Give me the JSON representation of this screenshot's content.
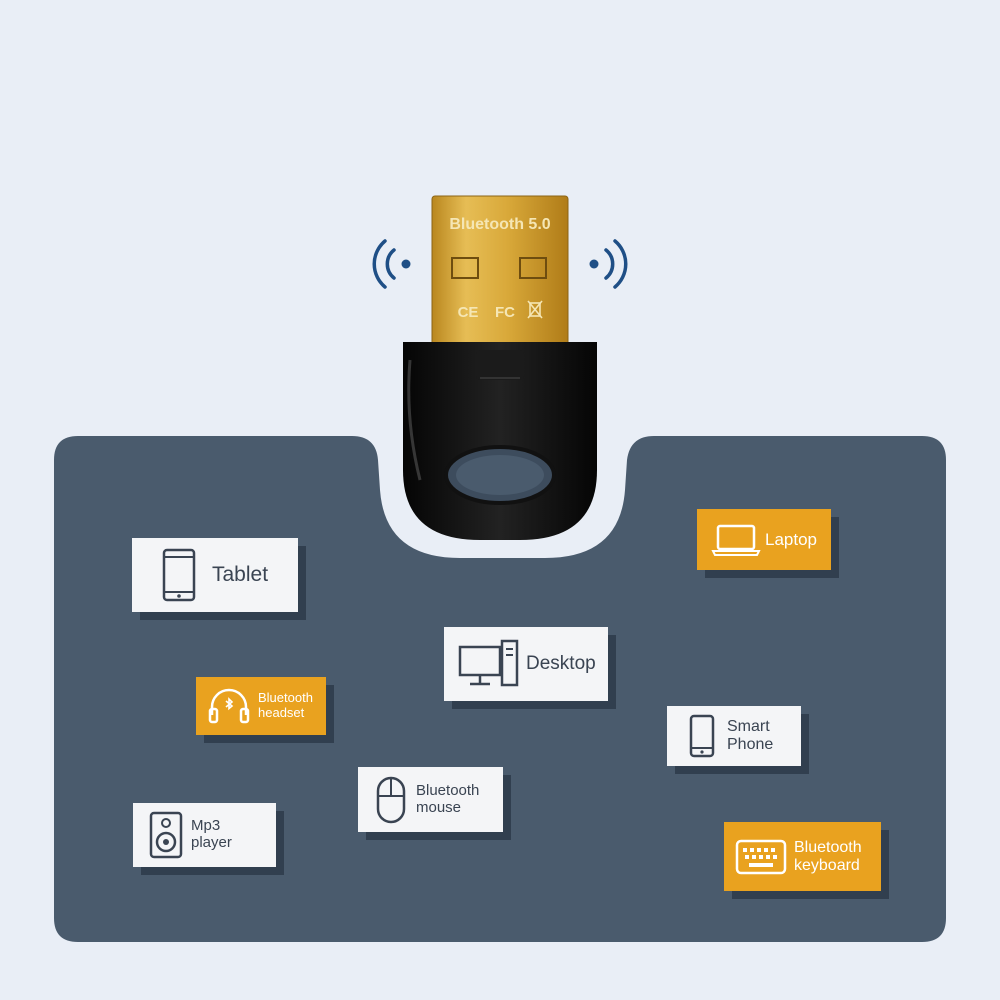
{
  "colors": {
    "background": "#e9eef6",
    "panel": "#4a5b6d",
    "accent_orange": "#e9a21f",
    "card_white": "#f4f5f7",
    "usb_gold": "#d9a93a",
    "signal_blue": "#1f4f86"
  },
  "product": {
    "plug_text": "Bluetooth 5.0",
    "marks": [
      "CE",
      "FC"
    ]
  },
  "devices": {
    "tablet": {
      "label": "Tablet",
      "icon": "tablet-icon"
    },
    "laptop": {
      "label": "Laptop",
      "icon": "laptop-icon"
    },
    "desktop": {
      "label": "Desktop",
      "icon": "desktop-icon"
    },
    "headset": {
      "label": "Bluetooth\nheadset",
      "icon": "headset-icon"
    },
    "phone": {
      "label": "Smart\nPhone",
      "icon": "smartphone-icon"
    },
    "mouse": {
      "label": "Bluetooth\nmouse",
      "icon": "mouse-icon"
    },
    "mp3": {
      "label": "Mp3\nplayer",
      "icon": "speaker-icon"
    },
    "keyboard": {
      "label": "Bluetooth\nkeyboard",
      "icon": "keyboard-icon"
    }
  }
}
